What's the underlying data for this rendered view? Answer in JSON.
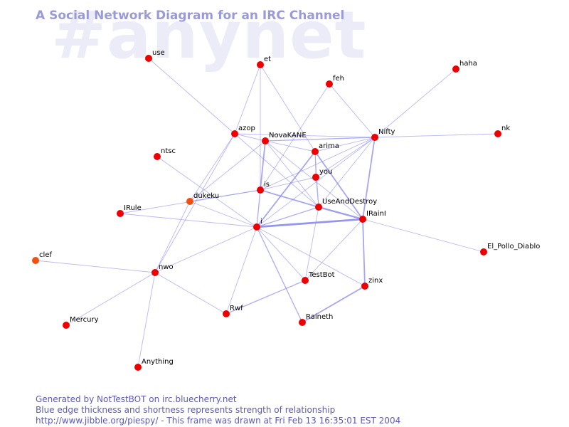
{
  "watermark": "#anynet",
  "title": "A Social Network Diagram for an IRC Channel",
  "footer": {
    "line1": "Generated by NotTestBOT on irc.bluecherry.net",
    "line2": "Blue edge thickness and shortness represents strength of relationship",
    "line3": "http://www.jibble.org/piespy/ - This frame was drawn at Fri Feb 13 16:35:01 EST 2004"
  },
  "colors": {
    "node": "#ee0000",
    "node_alt": "#f05010",
    "edge": "#8888ee",
    "label": "#000000"
  },
  "nodes": [
    {
      "id": "use",
      "label": "use"
    },
    {
      "id": "et",
      "label": "et"
    },
    {
      "id": "feh",
      "label": "feh"
    },
    {
      "id": "haha",
      "label": "haha"
    },
    {
      "id": "azop",
      "label": "azop"
    },
    {
      "id": "NovaKANE",
      "label": "NovaKANE"
    },
    {
      "id": "Nifty",
      "label": "Nifty"
    },
    {
      "id": "nk",
      "label": "nk"
    },
    {
      "id": "ntsc",
      "label": "ntsc"
    },
    {
      "id": "arima",
      "label": "arima"
    },
    {
      "id": "you",
      "label": "you"
    },
    {
      "id": "is",
      "label": "is"
    },
    {
      "id": "dukeku",
      "label": "dukeku",
      "alt": true
    },
    {
      "id": "UseAndDestroy",
      "label": "UseAndDestroy"
    },
    {
      "id": "IRule",
      "label": "IRule"
    },
    {
      "id": "IRainI",
      "label": "IRainI"
    },
    {
      "id": "i",
      "label": "i"
    },
    {
      "id": "El_Pollo_Diablo",
      "label": "El_Pollo_Diablo"
    },
    {
      "id": "clef",
      "label": "clef",
      "alt": true
    },
    {
      "id": "nwo",
      "label": "nwo"
    },
    {
      "id": "TestBot",
      "label": "TestBot"
    },
    {
      "id": "zinx",
      "label": "zinx"
    },
    {
      "id": "Rwf",
      "label": "Rwf"
    },
    {
      "id": "Raineth",
      "label": "Raineth"
    },
    {
      "id": "Mercury",
      "label": "Mercury"
    },
    {
      "id": "Anything",
      "label": "Anything"
    }
  ],
  "edges": [
    {
      "source": "use",
      "target": "azop",
      "weight": 1
    },
    {
      "source": "et",
      "target": "azop",
      "weight": 1
    },
    {
      "source": "et",
      "target": "is",
      "weight": 1
    },
    {
      "source": "et",
      "target": "arima",
      "weight": 1
    },
    {
      "source": "feh",
      "target": "Nifty",
      "weight": 1
    },
    {
      "source": "feh",
      "target": "is",
      "weight": 1
    },
    {
      "source": "haha",
      "target": "Nifty",
      "weight": 1
    },
    {
      "source": "nk",
      "target": "Nifty",
      "weight": 1
    },
    {
      "source": "azop",
      "target": "Nifty",
      "weight": 1
    },
    {
      "source": "azop",
      "target": "NovaKANE",
      "weight": 1
    },
    {
      "source": "azop",
      "target": "dukeku",
      "weight": 1
    },
    {
      "source": "azop",
      "target": "nwo",
      "weight": 1
    },
    {
      "source": "azop",
      "target": "UseAndDestroy",
      "weight": 1
    },
    {
      "source": "NovaKANE",
      "target": "Nifty",
      "weight": 1.5
    },
    {
      "source": "NovaKANE",
      "target": "is",
      "weight": 2
    },
    {
      "source": "NovaKANE",
      "target": "arima",
      "weight": 1
    },
    {
      "source": "NovaKANE",
      "target": "UseAndDestroy",
      "weight": 1
    },
    {
      "source": "NovaKANE",
      "target": "IRainI",
      "weight": 1
    },
    {
      "source": "NovaKANE",
      "target": "dukeku",
      "weight": 1
    },
    {
      "source": "Nifty",
      "target": "arima",
      "weight": 1
    },
    {
      "source": "Nifty",
      "target": "you",
      "weight": 1
    },
    {
      "source": "Nifty",
      "target": "IRainI",
      "weight": 2
    },
    {
      "source": "Nifty",
      "target": "is",
      "weight": 1
    },
    {
      "source": "Nifty",
      "target": "i",
      "weight": 1
    },
    {
      "source": "Nifty",
      "target": "UseAndDestroy",
      "weight": 1
    },
    {
      "source": "ntsc",
      "target": "i",
      "weight": 1
    },
    {
      "source": "arima",
      "target": "you",
      "weight": 1
    },
    {
      "source": "arima",
      "target": "i",
      "weight": 2
    },
    {
      "source": "arima",
      "target": "IRainI",
      "weight": 2
    },
    {
      "source": "arima",
      "target": "UseAndDestroy",
      "weight": 1
    },
    {
      "source": "you",
      "target": "UseAndDestroy",
      "weight": 1
    },
    {
      "source": "you",
      "target": "is",
      "weight": 1
    },
    {
      "source": "is",
      "target": "i",
      "weight": 1.5
    },
    {
      "source": "is",
      "target": "UseAndDestroy",
      "weight": 2
    },
    {
      "source": "is",
      "target": "dukeku",
      "weight": 1
    },
    {
      "source": "dukeku",
      "target": "nwo",
      "weight": 1
    },
    {
      "source": "dukeku",
      "target": "i",
      "weight": 1
    },
    {
      "source": "UseAndDestroy",
      "target": "IRainI",
      "weight": 2.5
    },
    {
      "source": "UseAndDestroy",
      "target": "TestBot",
      "weight": 1
    },
    {
      "source": "UseAndDestroy",
      "target": "i",
      "weight": 1.5
    },
    {
      "source": "IRule",
      "target": "is",
      "weight": 1
    },
    {
      "source": "IRule",
      "target": "i",
      "weight": 1
    },
    {
      "source": "IRainI",
      "target": "i",
      "weight": 3
    },
    {
      "source": "IRainI",
      "target": "El_Pollo_Diablo",
      "weight": 1
    },
    {
      "source": "IRainI",
      "target": "zinx",
      "weight": 2
    },
    {
      "source": "IRainI",
      "target": "TestBot",
      "weight": 1
    },
    {
      "source": "i",
      "target": "nwo",
      "weight": 1
    },
    {
      "source": "i",
      "target": "TestBot",
      "weight": 1
    },
    {
      "source": "i",
      "target": "Rwf",
      "weight": 1
    },
    {
      "source": "i",
      "target": "Raineth",
      "weight": 1.5
    },
    {
      "source": "i",
      "target": "zinx",
      "weight": 1
    },
    {
      "source": "clef",
      "target": "nwo",
      "weight": 1
    },
    {
      "source": "nwo",
      "target": "Rwf",
      "weight": 1
    },
    {
      "source": "nwo",
      "target": "Mercury",
      "weight": 1
    },
    {
      "source": "nwo",
      "target": "Anything",
      "weight": 1
    },
    {
      "source": "TestBot",
      "target": "Rwf",
      "weight": 1.5
    },
    {
      "source": "zinx",
      "target": "Raineth",
      "weight": 2
    }
  ]
}
